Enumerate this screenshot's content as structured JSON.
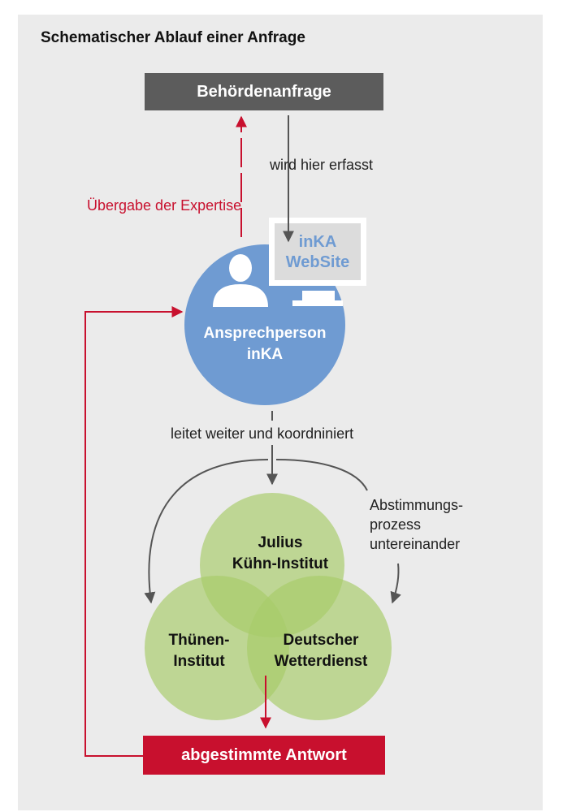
{
  "title": "Schematischer Ablauf einer Anfrage",
  "nodes": {
    "request": "Behördenanfrage",
    "contact_line1": "Ansprechperson",
    "contact_line2": "inKA",
    "website_line1": "inKA",
    "website_line2": "WebSite",
    "jki_line1": "Julius",
    "jki_line2": "Kühn-Institut",
    "thuenen_line1": "Thünen-",
    "thuenen_line2": "Institut",
    "dwd_line1": "Deutscher",
    "dwd_line2": "Wetterdienst",
    "answer": "abgestimmte Antwort"
  },
  "edges": {
    "captured": "wird hier erfasst",
    "handover": "Übergabe der Expertise",
    "forward": "leitet weiter und koordniniert",
    "alignment_line1": "Abstimmungs-",
    "alignment_line2": "prozess",
    "alignment_line3": "untereinander"
  },
  "colors": {
    "request_box": "#5c5c5c",
    "contact_circle": "#6f9bd2",
    "website_text": "#6f9bd2",
    "institute_circles": "#a8cc6a",
    "answer_box": "#c8102e",
    "feedback_arrow": "#c8102e",
    "flow_arrow": "#555555"
  },
  "icons": [
    "person-icon",
    "keyboard-icon"
  ]
}
